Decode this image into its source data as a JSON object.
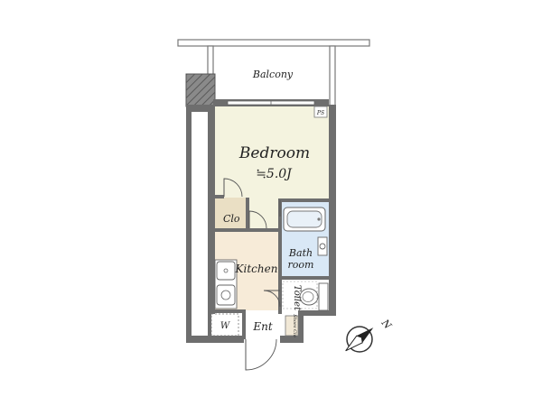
{
  "rooms": {
    "balcony": "Balcony",
    "bedroom": "Bedroom",
    "bedroom_area": "≒5.0J",
    "closet": "Clo",
    "kitchen": "Kitchen",
    "bath_line1": "Bath",
    "bath_line2": "room",
    "toilet": "Toilet",
    "washer": "W",
    "entrance": "Ent",
    "shoe_closet": "Shoes Clo",
    "pipe_space": "PS"
  },
  "compass": {
    "north_label": "N"
  },
  "colors": {
    "bedroom_floor": "#f4f3df",
    "kitchen_floor": "#f7ebd8",
    "closet_floor": "#eadfc4",
    "bath_floor": "#d9e8f6",
    "wall": "#6e6e6e"
  }
}
